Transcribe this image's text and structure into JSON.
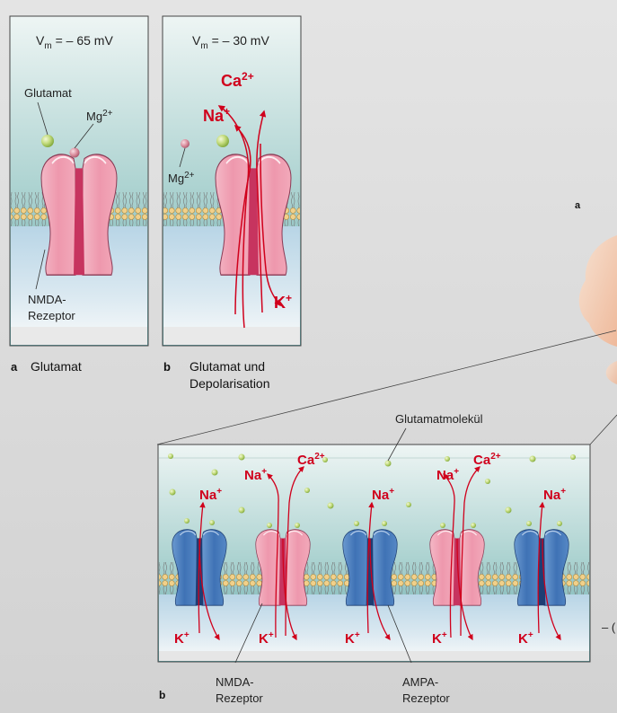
{
  "panel_a": {
    "voltage_prefix": "V",
    "voltage_sub": "m",
    "voltage_value": " = – 65 mV",
    "label_glutamat": "Glutamat",
    "label_mg": "Mg",
    "label_mg_sup": "2+",
    "label_nmda_1": "NMDA-",
    "label_nmda_2": "Rezeptor",
    "caption_letter": "a",
    "caption_text": "Glutamat"
  },
  "panel_b": {
    "voltage_prefix": "V",
    "voltage_sub": "m",
    "voltage_value": " = – 30 mV",
    "label_ca": "Ca",
    "label_ca_sup": "2+",
    "label_na": "Na",
    "label_na_sup": "+",
    "label_mg": "Mg",
    "label_mg_sup": "2+",
    "label_k": "K",
    "label_k_sup": "+",
    "caption_letter": "b",
    "caption_text_1": "Glutamat und",
    "caption_text_2": "Depolarisation"
  },
  "right_side": {
    "letter_a": "a",
    "edge_text": "– ("
  },
  "panel_bottom": {
    "label_glutamat_molecule": "Glutamatmolekül",
    "ions": {
      "ca": "Ca",
      "ca_sup": "2+",
      "na": "Na",
      "na_sup": "+",
      "k": "K",
      "k_sup": "+"
    },
    "label_nmda_1": "NMDA-",
    "label_nmda_2": "Rezeptor",
    "label_ampa_1": "AMPA-",
    "label_ampa_2": "Rezeptor",
    "caption_letter": "b"
  },
  "colors": {
    "ion_red": "#d0001c",
    "nmda_pink": "#ef9fb1",
    "ampa_blue": "#4b7fbf",
    "glutamate_green": "#b6d16a",
    "mg_pink": "#d98a9a"
  }
}
